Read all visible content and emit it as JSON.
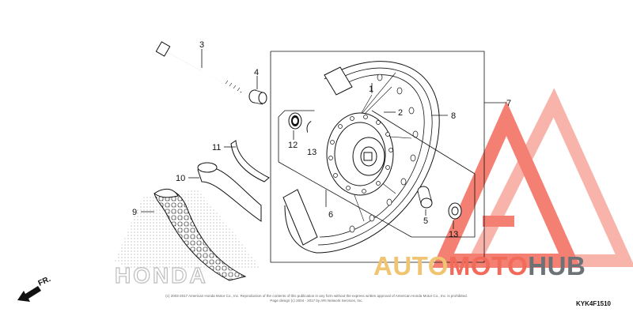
{
  "callouts": {
    "c1": "1",
    "c2": "2",
    "c3": "3",
    "c4": "4",
    "c5": "5",
    "c6": "6",
    "c7": "7",
    "c8": "8",
    "c9": "9",
    "c10": "10",
    "c11": "11",
    "c12": "12",
    "c13a": "13",
    "c13b": "13"
  },
  "brand_mark": "HONDA",
  "direction_label": "FR.",
  "diagram_code": "KYK4F1510",
  "copyright": {
    "line1": "(c) 2003-2017 American Honda Motor Co., Inc. Reproduction of the contents of this publication in any form without the express written approval of American Honda Motor Co., Inc. is prohibited.",
    "line2": "Page design (c) 2004 - 2017 by ARI Network Services, Inc."
  },
  "watermark": {
    "part1": "AUTO",
    "part2": "MOTO",
    "part3": "HUB"
  },
  "colors": {
    "watermark_red": "#f26a5a",
    "watermark_yellow": "#f0c470",
    "watermark_gray": "#6d7277"
  }
}
